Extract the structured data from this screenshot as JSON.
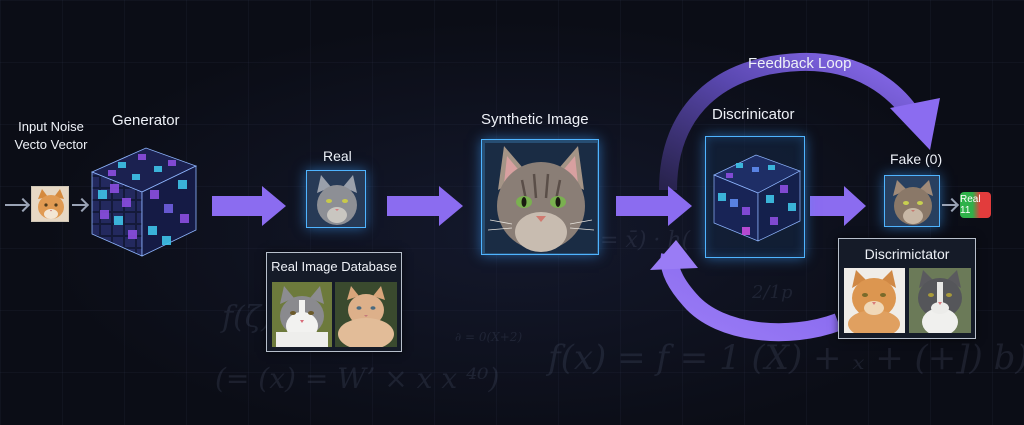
{
  "diagram": {
    "type": "GAN architecture flow",
    "colors": {
      "background": "#0b0d16",
      "arrow": "#8b6cf0",
      "frame_glow": "#4fb4ff",
      "panel_border": "#b8c0cc",
      "badge_green": "#2fb14a",
      "badge_red": "#e23c3c"
    },
    "nodes": {
      "input": {
        "label_line1": "Input Noise",
        "label_line2": "Vecto Vector",
        "icon": "orange-cat-thumbnail"
      },
      "generator": {
        "label": "Generator",
        "icon": "neural-cube-icon"
      },
      "real": {
        "label": "Real",
        "icon": "gray-cat-thumbnail"
      },
      "real_db": {
        "title": "Real Image Database",
        "images": [
          "white-gray-cat-photo",
          "ginger-cat-photo"
        ]
      },
      "synthetic": {
        "label": "Synthetic Image",
        "icon": "synthetic-cat-image"
      },
      "discriminator": {
        "label": "Discrinicator",
        "icon": "neural-cube-icon"
      },
      "feedback": {
        "label": "Feedback Loop"
      },
      "fake": {
        "label": "Fake (0)",
        "icon": "tabby-cat-thumbnail"
      },
      "result_badge": {
        "label": "Real 11"
      },
      "disc_panel": {
        "title": "Discrimictator",
        "images": [
          "orange-cat-photo",
          "gray-white-cat-photo"
        ]
      }
    },
    "background_formulas": [
      "f(x) = f = 1 (X) + ₓ + (+]) b)",
      "(= (x) = W’ × x x ⁴⁰)",
      "f(ζ)",
      "= x̄) · h(",
      "2/1p",
      "∂ = 0(X+2)"
    ]
  }
}
